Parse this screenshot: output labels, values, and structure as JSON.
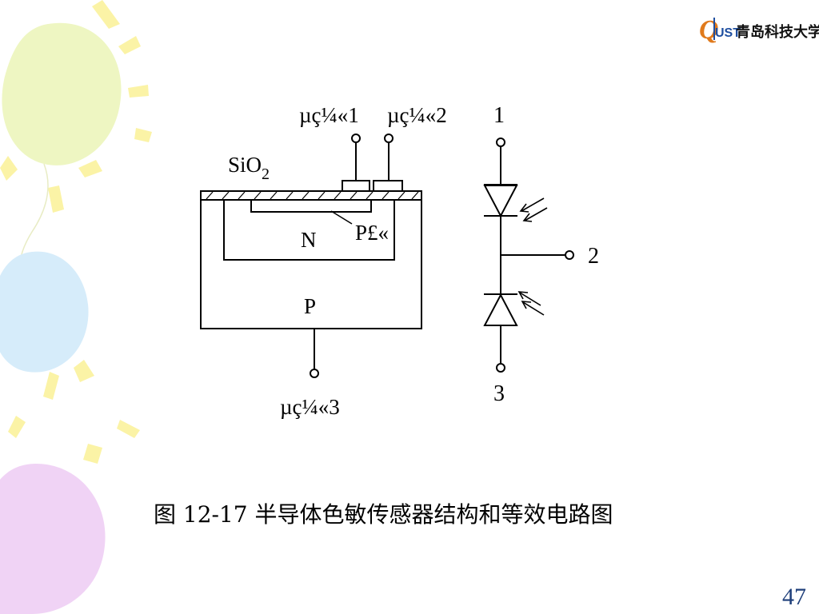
{
  "logo": {
    "mark": "QUST",
    "name": "青岛科技大学",
    "colors": {
      "q": "#e07a1c",
      "ust": "#1f4fa0",
      "text": "#111111"
    }
  },
  "structure": {
    "oxide_label": "SiO",
    "oxide_subscript": "2",
    "electrode_1": "µç¼«1",
    "electrode_2": "µç¼«2",
    "electrode_3": "µç¼«3",
    "n_region": "N",
    "p_plus_region": "P£«",
    "p_substrate": "P"
  },
  "circuit": {
    "terminal_1": "1",
    "terminal_2": "2",
    "terminal_3": "3"
  },
  "caption": "图 12-17 半导体色敏传感器结构和等效电路图",
  "page_number": "47",
  "colors": {
    "line": "#000000",
    "balloon_green": "#eef6c2",
    "balloon_blue": "#d6ecfa",
    "balloon_purple": "#f0d3f5",
    "ray_yellow": "#fbf3a6",
    "page_number": "#1f3f7a"
  }
}
